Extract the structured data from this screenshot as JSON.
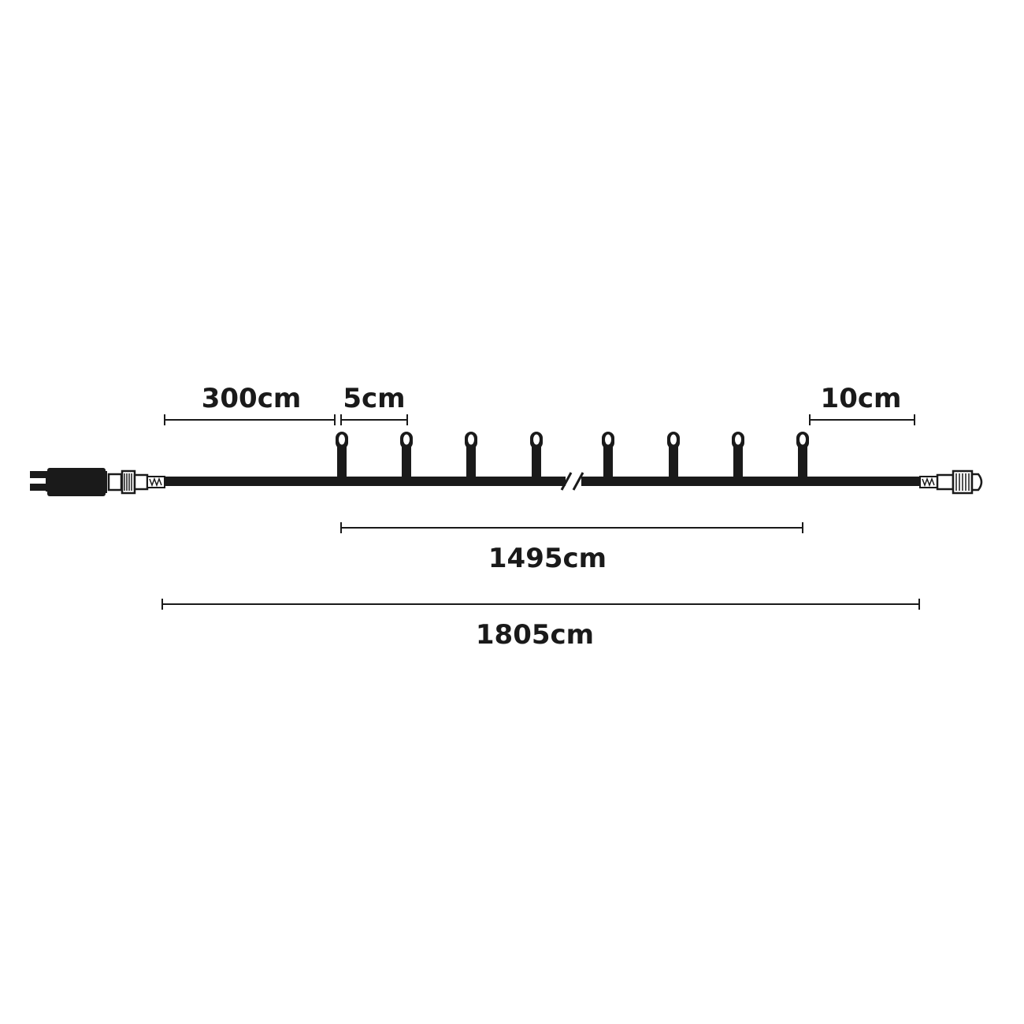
{
  "dimensions": {
    "lead_cable": "300cm",
    "bulb_spacing": "5cm",
    "end_length": "10cm",
    "lit_length": "1495cm",
    "total_length": "1805cm"
  },
  "colors": {
    "cable": "#1a1a1a",
    "outline": "#1a1a1a",
    "bulb_fill": "#ffffff",
    "background": "#ffffff"
  },
  "icons": {
    "plug": "power-plug-icon",
    "connector": "end-connector-icon",
    "bulb": "led-bulb-icon",
    "break": "cable-break-icon"
  }
}
